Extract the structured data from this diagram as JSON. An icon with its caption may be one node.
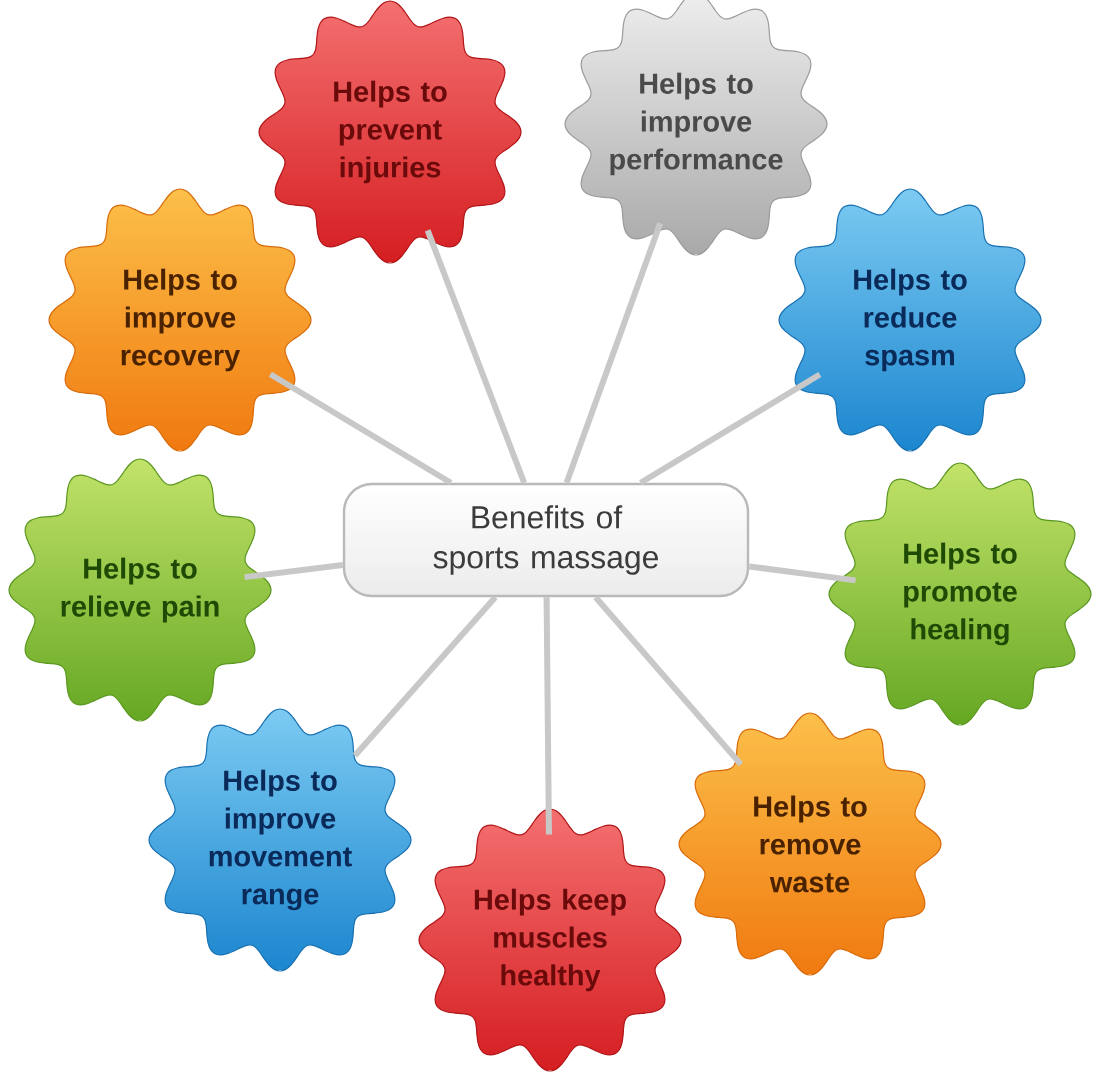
{
  "diagram": {
    "nodes": [
      {
        "text": [
          "Benefits of sports massage"
        ]
      },
      {
        "text": [
          "Helps to prevent injuries"
        ]
      },
      {
        "text": [
          "Helps to improve performance"
        ]
      },
      {
        "text": [
          "Helps to improve recovery"
        ]
      },
      {
        "text": [
          "Helps to reduce spasm"
        ]
      },
      {
        "text": [
          "Helps to relieve pain"
        ]
      },
      {
        "text": [
          "Helps to promote healing"
        ]
      },
      {
        "text": [
          "Helps to improve movement range"
        ]
      },
      {
        "text": [
          "Helps to remove waste"
        ]
      },
      {
        "text": [
          "Helps keep muscles healthy"
        ]
      }
    ],
    "edges": [
      {
        "from": 0,
        "to": 1,
        "arrow": "none"
      },
      {
        "from": 0,
        "to": 2,
        "arrow": "none"
      },
      {
        "from": 0,
        "to": 3,
        "arrow": "none"
      },
      {
        "from": 0,
        "to": 4,
        "arrow": "none"
      },
      {
        "from": 0,
        "to": 5,
        "arrow": "none"
      },
      {
        "from": 0,
        "to": 6,
        "arrow": "none"
      },
      {
        "from": 0,
        "to": 7,
        "arrow": "none"
      },
      {
        "from": 0,
        "to": 8,
        "arrow": "none"
      },
      {
        "from": 0,
        "to": 9,
        "arrow": "none"
      }
    ]
  }
}
